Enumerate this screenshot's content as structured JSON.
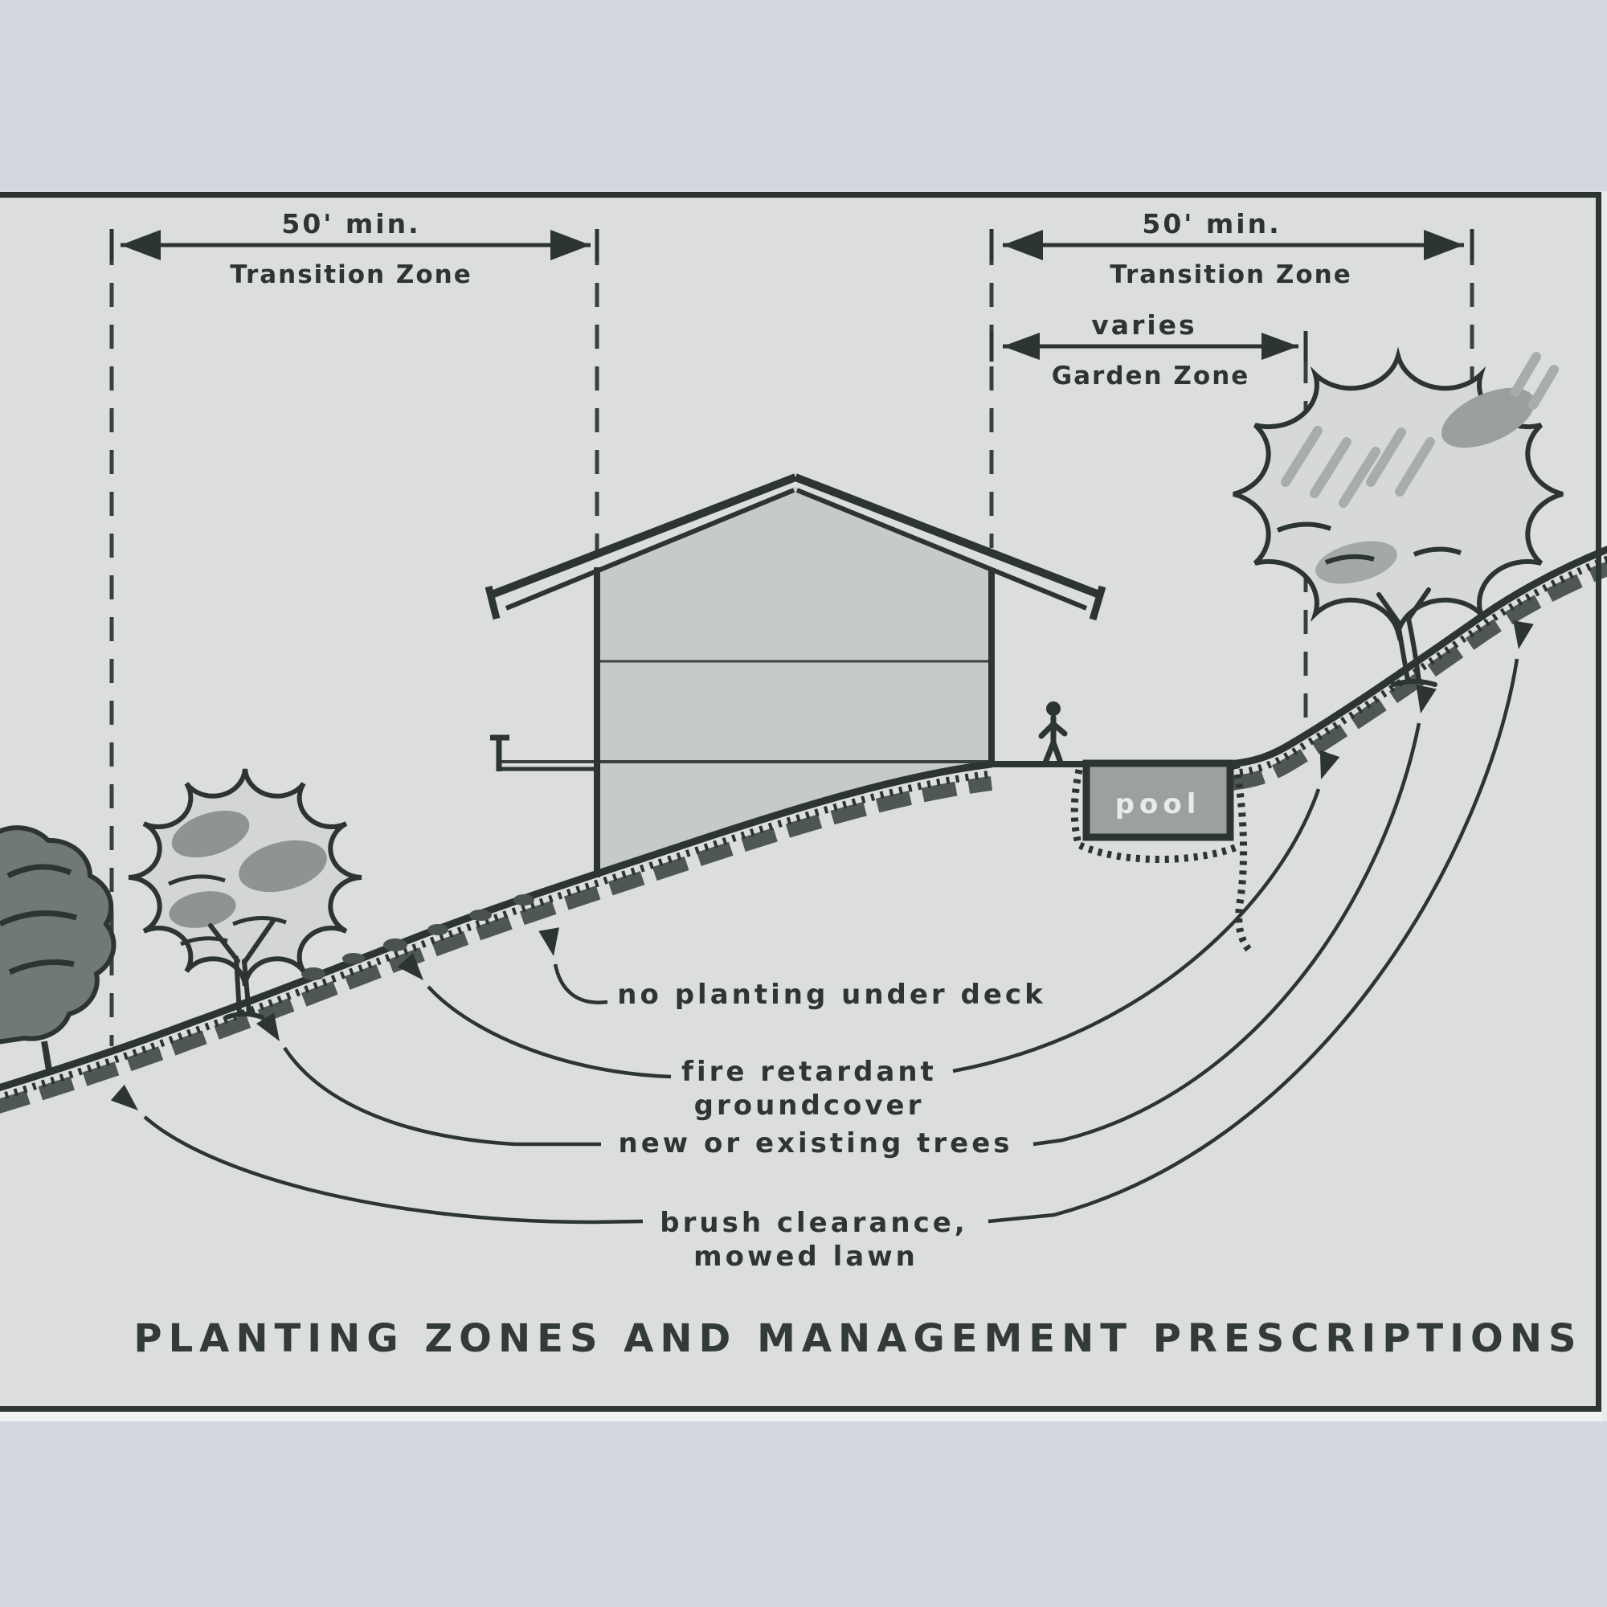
{
  "title": "PLANTING ZONES AND MANAGEMENT PRESCRIPTIONS",
  "dimensions": {
    "left": {
      "length": "50' min.",
      "zone": "Transition Zone"
    },
    "right": {
      "length": "50' min.",
      "zone": "Transition Zone"
    },
    "garden": {
      "length": "varies",
      "zone": "Garden Zone"
    }
  },
  "labels": {
    "pool": "pool",
    "no_planting": "no planting under deck",
    "fire_retardant_line1": "fire retardant",
    "fire_retardant_line2": "groundcover",
    "trees": "new or existing trees",
    "brush_line1": "brush clearance,",
    "brush_line2": "mowed lawn"
  },
  "colors": {
    "background": "#d3d7e0",
    "paper": "#dbdedd",
    "ink": "#2c3434",
    "house_fill": "#c6cbc9",
    "pool_fill": "#9ba19f",
    "tree_shade": "#8d9493"
  }
}
